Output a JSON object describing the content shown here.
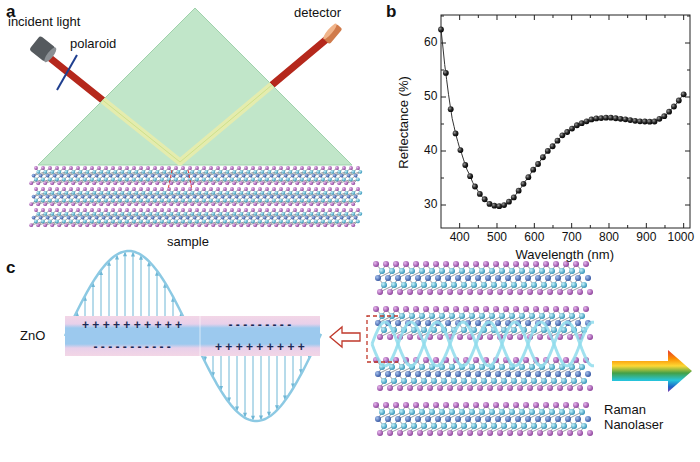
{
  "diagram": {
    "labels": [
      "a",
      "incident light",
      "polaroid",
      "detector",
      "sample",
      "b",
      "Reflectance (%)",
      "Wavelength (nm)",
      "30",
      "40",
      "50",
      "60",
      "400",
      "500",
      "600",
      "700",
      "800",
      "900",
      "1000",
      "c",
      "ZnO",
      "+ + + + + + + + + +",
      "- - - - - - - - - - -",
      "- - - - - - - - -",
      "+ + + + + + + + +",
      "Raman Nanolaser"
    ]
  }
}
